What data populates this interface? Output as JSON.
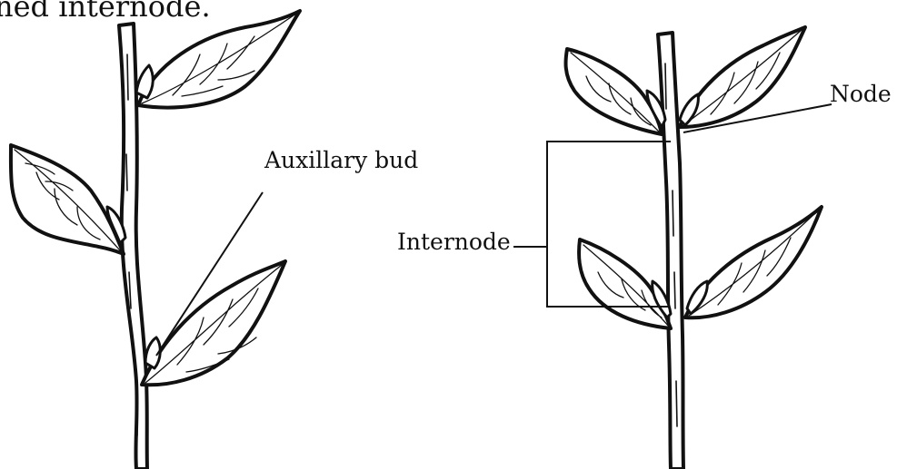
{
  "caption_fragment": "ned internode.",
  "labels": {
    "axillary_bud": "Auxillary bud",
    "node": "Node",
    "internode": "Internode"
  },
  "colors": {
    "ink": "#111111",
    "background": "#ffffff"
  }
}
